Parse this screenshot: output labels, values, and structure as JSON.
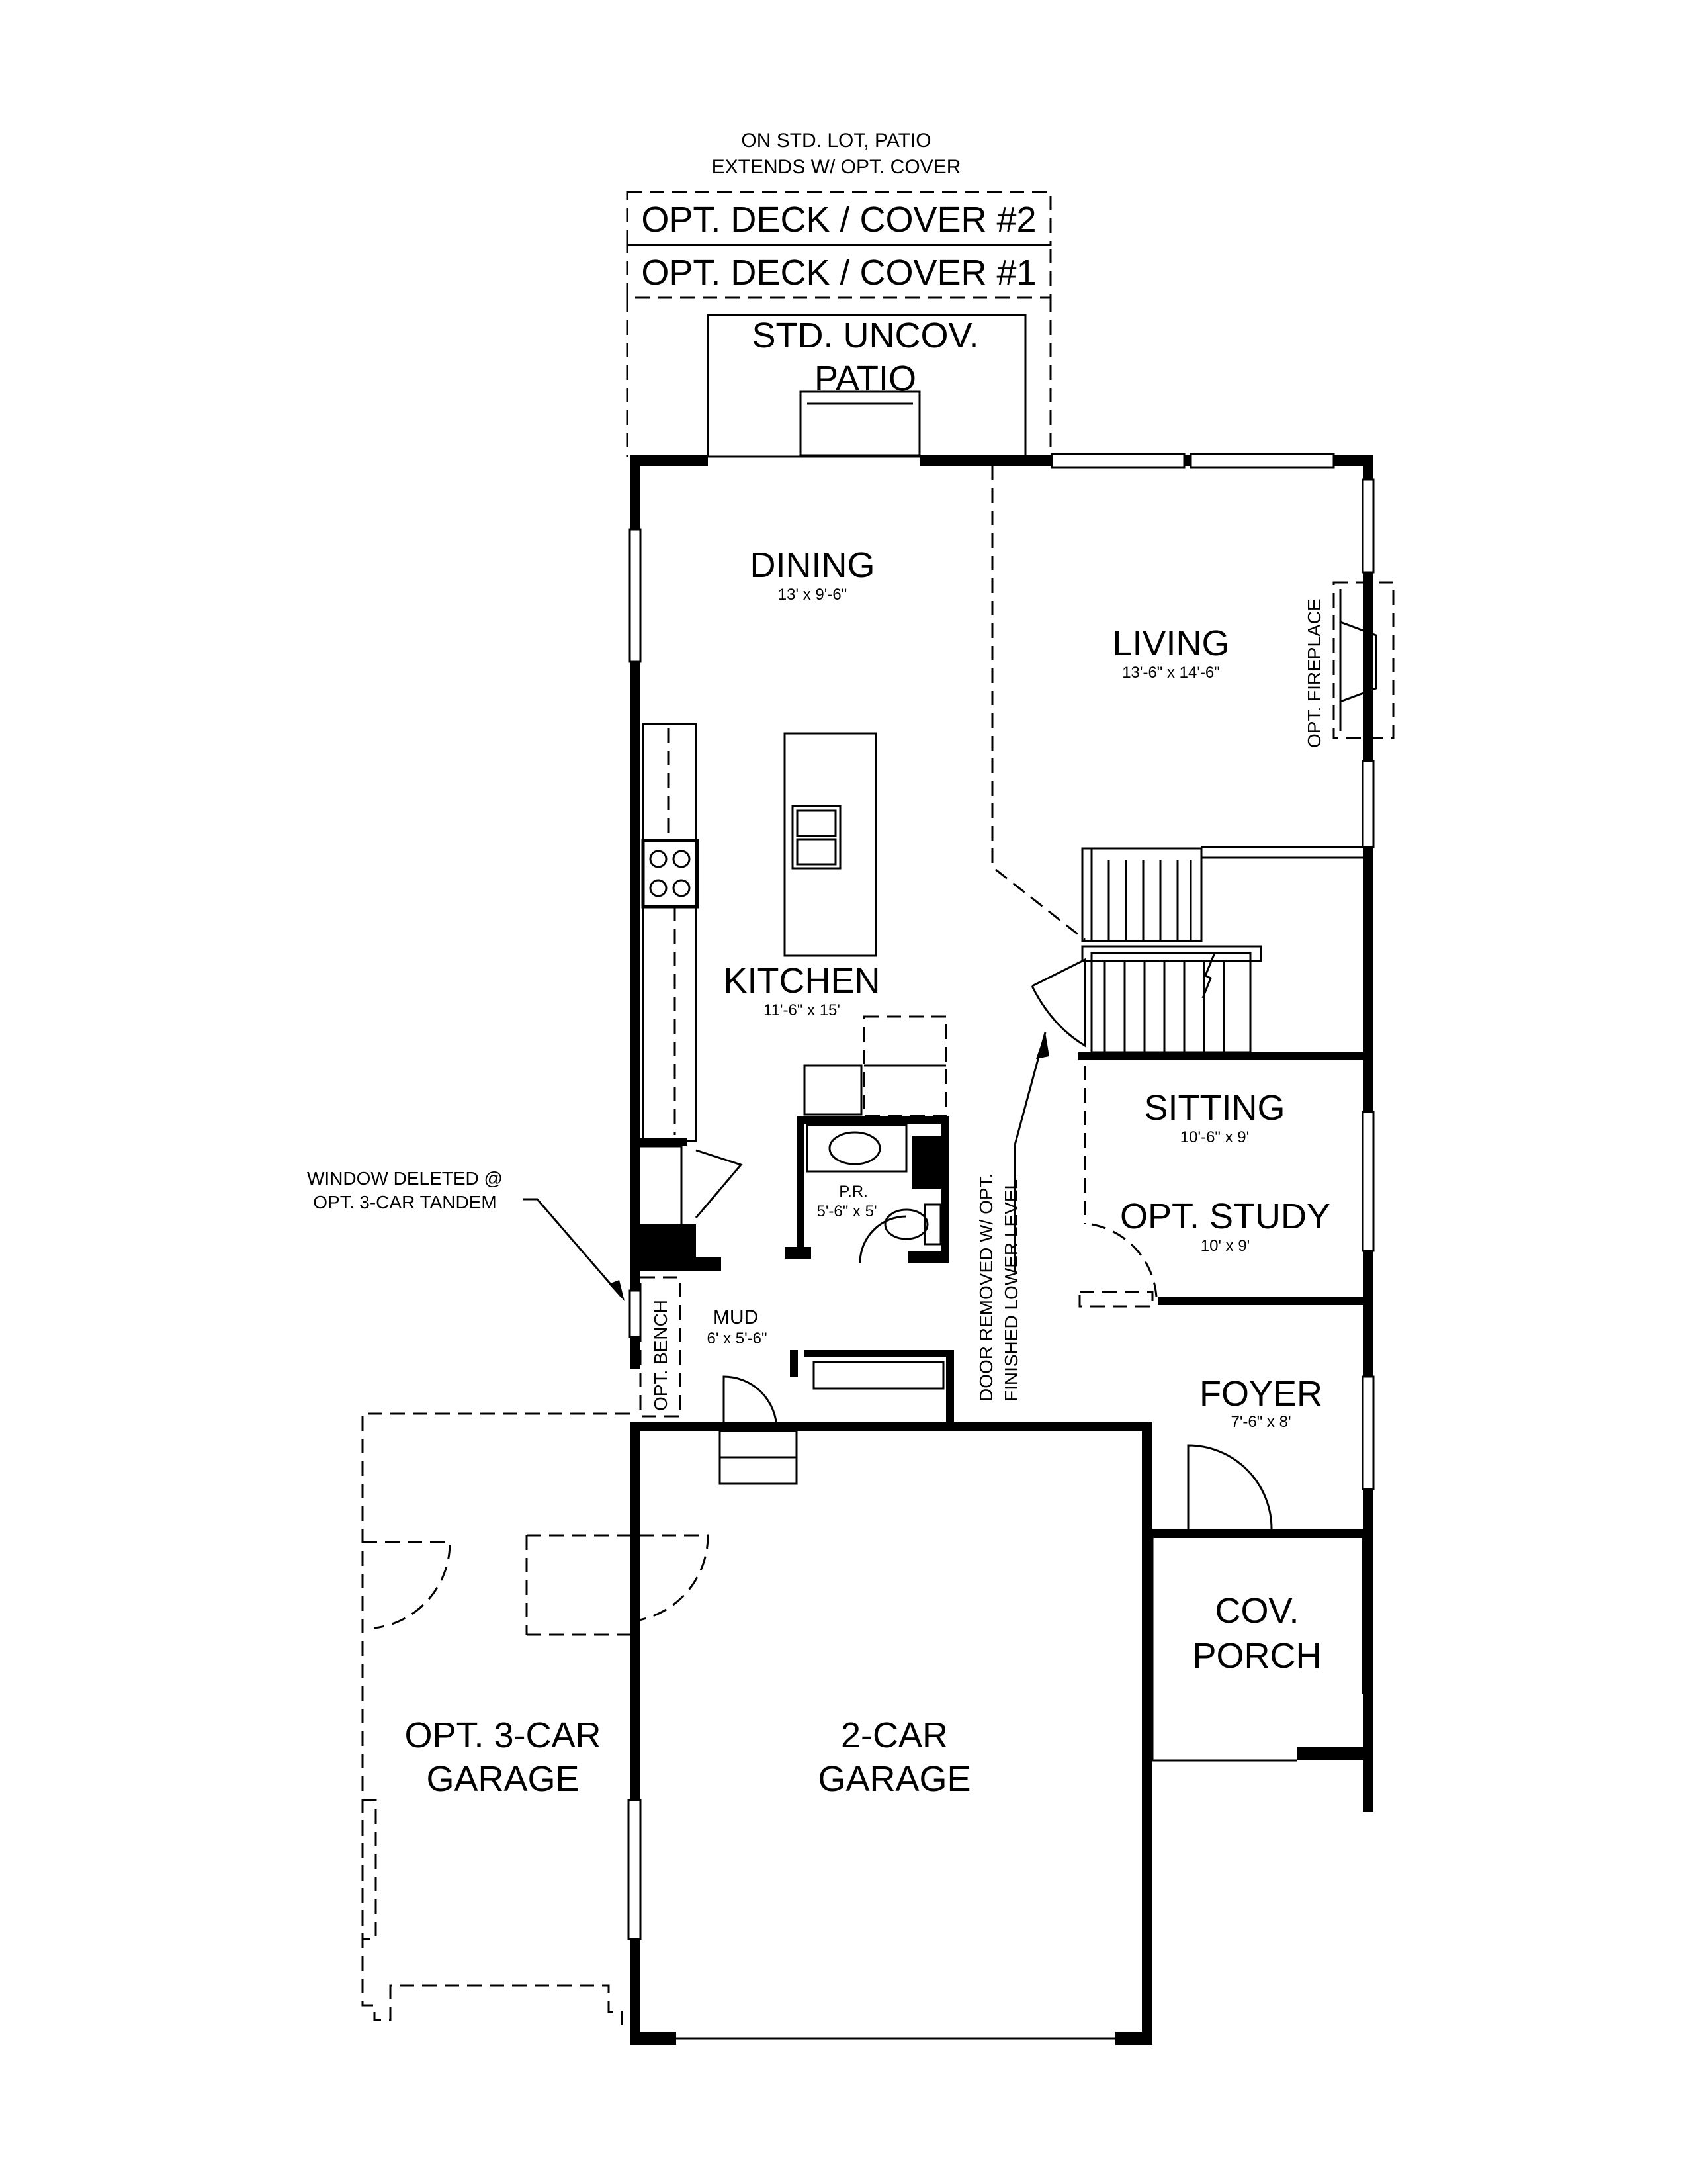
{
  "notes": {
    "patio_note_line1": "ON STD. LOT, PATIO",
    "patio_note_line2": "EXTENDS W/ OPT. COVER",
    "window_note_line1": "WINDOW DELETED @",
    "window_note_line2": "OPT. 3-CAR TANDEM",
    "door_note_line1": "DOOR REMOVED W/ OPT.",
    "door_note_line2": "FINISHED LOWER LEVEL"
  },
  "options": {
    "deck_cover_2": "OPT. DECK / COVER #2",
    "deck_cover_1": "OPT. DECK / COVER #1",
    "fireplace": "OPT. FIREPLACE",
    "bench": "OPT. BENCH"
  },
  "rooms": {
    "patio": {
      "line1": "STD. UNCOV.",
      "line2": "PATIO"
    },
    "dining": {
      "name": "DINING",
      "size": "13' x 9'-6\""
    },
    "living": {
      "name": "LIVING",
      "size": "13'-6\" x 14'-6\""
    },
    "kitchen": {
      "name": "KITCHEN",
      "size": "11'-6\" x 15'"
    },
    "powder": {
      "name": "P.R.",
      "size": "5'-6\" x 5'"
    },
    "sitting": {
      "name": "SITTING",
      "size": "10'-6\" x 9'"
    },
    "study": {
      "name": "OPT. STUDY",
      "size": "10' x 9'"
    },
    "mud": {
      "name": "MUD",
      "size": "6' x 5'-6\""
    },
    "foyer": {
      "name": "FOYER",
      "size": "7'-6\" x 8'"
    },
    "porch": {
      "line1": "COV.",
      "line2": "PORCH"
    },
    "garage_2car": {
      "line1": "2-CAR",
      "line2": "GARAGE"
    },
    "garage_3car": {
      "line1": "OPT. 3-CAR",
      "line2": "GARAGE"
    }
  }
}
